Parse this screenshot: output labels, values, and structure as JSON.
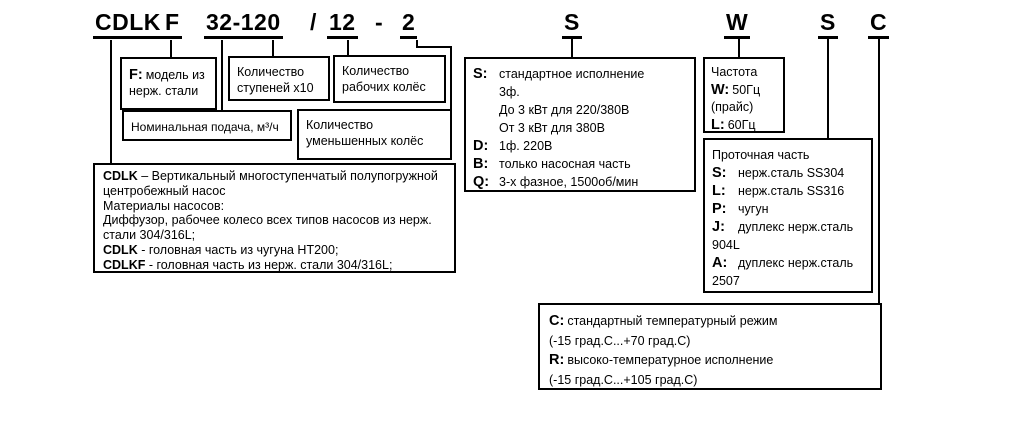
{
  "model_code": {
    "series": "CDLK",
    "material_flag": "F",
    "flow_stages": "32-120",
    "separator_slash": "/",
    "impellers": "12",
    "separator_dash": "-",
    "reduced_impellers": "2",
    "power_code": "S",
    "frequency_code": "W",
    "wetted_material_code": "S",
    "temperature_code": "C"
  },
  "callouts": {
    "material_flag": {
      "key": "F:",
      "text": "модель из нерж. стали"
    },
    "stages": {
      "text": "Количество ступеней x10"
    },
    "impellers": {
      "text": "Количество рабочих колёс"
    },
    "flow": {
      "text": "Номинальная подача, м³/ч"
    },
    "reduced_impellers": {
      "text": "Количество уменьшенных колёс"
    },
    "series_description": {
      "items": [
        {
          "key": "CDLK",
          "text": " – Вертикальный многоступенчатый полупогружной центробежный насос"
        },
        {
          "key": "",
          "text": "Материалы насосов:"
        },
        {
          "key": "",
          "text": "Диффузор, рабочее колесо всех типов насосов из нерж. стали 304/316L;"
        },
        {
          "key": "CDLK",
          "text": " - головная часть из чугуна HT200;"
        },
        {
          "key": "CDLKF",
          "text": " - головная часть из нерж. стали 304/316L;"
        }
      ]
    },
    "power_options": {
      "items": [
        {
          "key": "S:",
          "text": "стандартное исполнение"
        },
        {
          "key": "D:",
          "text": "1ф. 220В"
        },
        {
          "key": "B:",
          "text": "только насосная часть"
        },
        {
          "key": "Q:",
          "text": "3-х фазное, 1500об/мин"
        }
      ],
      "standard_sub": [
        "3ф.",
        "До 3 кВт для 220/380В",
        "От 3 кВт для 380В"
      ]
    },
    "frequency": {
      "title": "Частота",
      "items": [
        {
          "key": "W:",
          "text": "50Гц"
        },
        {
          "key": "",
          "text": "(прайс)"
        },
        {
          "key": "L:",
          "text": "60Гц"
        }
      ]
    },
    "wetted_material": {
      "title": "Проточная часть",
      "items": [
        {
          "key": "S:",
          "text": "нерж.сталь SS304"
        },
        {
          "key": "L:",
          "text": "нерж.сталь SS316"
        },
        {
          "key": "P:",
          "text": "чугун"
        },
        {
          "key": "J:",
          "text": "дуплекс нерж.сталь 904L"
        },
        {
          "key": "A:",
          "text": "дуплекс нерж.сталь 2507"
        }
      ]
    },
    "temperature": {
      "items": [
        {
          "key": "C:",
          "text": "стандартный температурный режим"
        },
        {
          "key": "",
          "text": "(-15 град.С...+70 град.С)"
        },
        {
          "key": "R:",
          "text": "высоко-температурное исполнение"
        },
        {
          "key": "",
          "text": "(-15 град.С...+105 град.С)"
        }
      ]
    }
  },
  "colors": {
    "line": "#000000",
    "background": "#ffffff"
  }
}
